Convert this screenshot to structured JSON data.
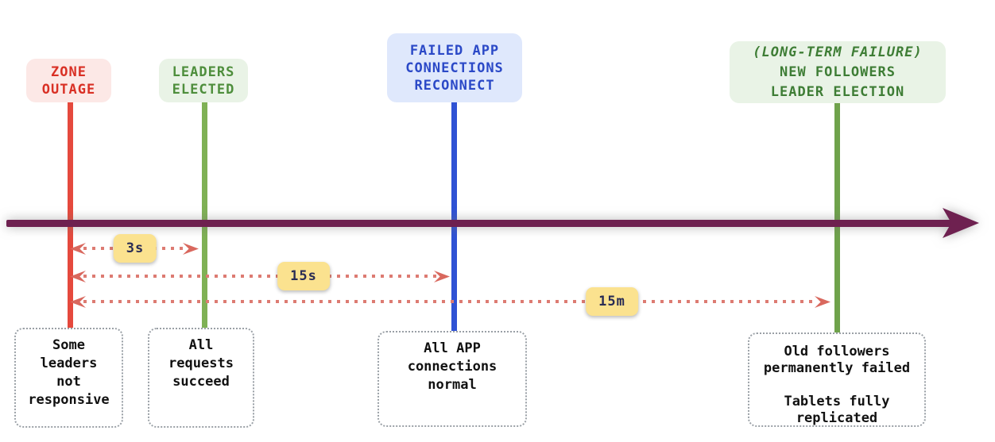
{
  "timeline": {
    "color": "#6e2150"
  },
  "events": [
    {
      "id": "zone-outage",
      "label": "ZONE\nOUTAGE",
      "text_color": "#d93025",
      "bg_color": "#fce8e6",
      "line_color": "#e5493d"
    },
    {
      "id": "leaders-elected",
      "label": "LEADERS\nELECTED",
      "text_color": "#4e8e3c",
      "bg_color": "#e9f3e6",
      "line_color": "#7fb155"
    },
    {
      "id": "failed-app-connections-reconnect",
      "label": "FAILED APP\nCONNECTIONS\nRECONNECT",
      "text_color": "#2b49c7",
      "bg_color": "#dfe8fc",
      "line_color": "#2f52d4"
    },
    {
      "id": "long-term-failure-new-followers-leader-election",
      "label_italic": "(LONG-TERM FAILURE)",
      "label_rest": "NEW FOLLOWERS\nLEADER ELECTION",
      "text_color": "#3e7d35",
      "bg_color": "#e9f3e6",
      "line_color": "#6fa24b"
    }
  ],
  "durations": [
    {
      "label": "3s",
      "from": "zone-outage",
      "to": "leaders-elected"
    },
    {
      "label": "15s",
      "from": "zone-outage",
      "to": "failed-app-connections-reconnect"
    },
    {
      "label": "15m",
      "from": "zone-outage",
      "to": "long-term-failure-new-followers-leader-election"
    }
  ],
  "duration_style": {
    "dot_color": "#dd7b72",
    "arrow_color": "#d9685e",
    "badge_bg": "#fbe28f",
    "badge_text": "#292c55"
  },
  "notes": [
    {
      "text": "Some\nleaders\nnot\nresponsive"
    },
    {
      "text": "All\nrequests\nsucceed"
    },
    {
      "text": "All APP\nconnections\nnormal"
    },
    {
      "text": "Old followers\npermanently failed\n\nTablets fully\nreplicated"
    }
  ]
}
